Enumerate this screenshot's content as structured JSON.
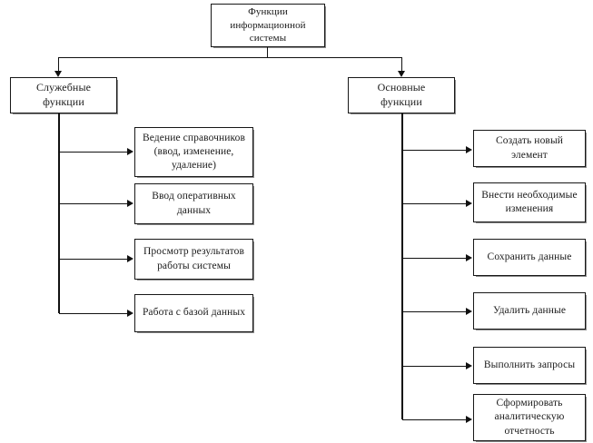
{
  "diagram": {
    "title": "Функции информационной системы",
    "background": "#ffffff",
    "line_color": "#111111",
    "box_border_color": "#171717",
    "root": {
      "label": "Функции\nинформационной\nсистемы"
    },
    "branches": [
      {
        "id": "sluzhebnye",
        "label": "Служебные\nфункции",
        "children": [
          {
            "id": "vedenie-spravochnikov",
            "label": "Ведение справочников\n(ввод, изменение,\nудаление)"
          },
          {
            "id": "vvod-operativnyh-dannyh",
            "label": "Ввод оперативных\nданных"
          },
          {
            "id": "prosmotr-rezultatov",
            "label": "Просмотр результатов\nработы системы"
          },
          {
            "id": "rabota-s-bazoy-dannyh",
            "label": "Работа с базой данных"
          }
        ]
      },
      {
        "id": "osnovnye",
        "label": "Основные\nфункции",
        "children": [
          {
            "id": "sozdat-novyy-element",
            "label": "Создать новый элемент"
          },
          {
            "id": "vnesti-izmeneniya",
            "label": "Внести необходимые\nизменения"
          },
          {
            "id": "sohranit-dannye",
            "label": "Сохранить данные"
          },
          {
            "id": "udalit-dannye",
            "label": "Удалить данные"
          },
          {
            "id": "vypolnit-zaprosy",
            "label": "Выполнить запросы"
          },
          {
            "id": "sformirovat-otchetnost",
            "label": "Сформировать\nаналитическую\nотчетность"
          }
        ]
      }
    ]
  }
}
